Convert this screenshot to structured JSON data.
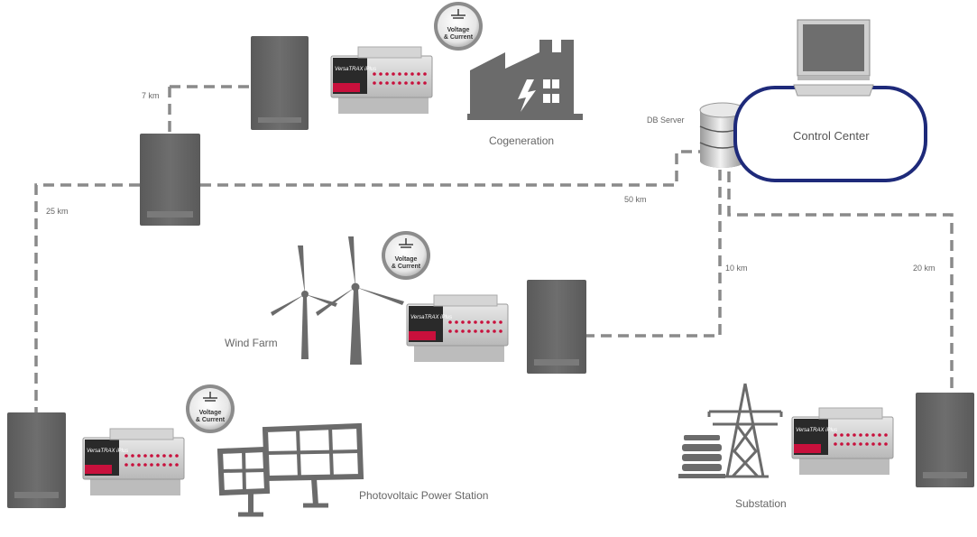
{
  "labels": {
    "cogeneration": "Cogeneration",
    "wind_farm": "Wind Farm",
    "photovoltaic": "Photovoltaic Power Station",
    "substation": "Substation",
    "db_server": "DB Server",
    "control_center": "Control Center"
  },
  "distances": {
    "d7": "7 km",
    "d25": "25 km",
    "d50": "50 km",
    "d10": "10 km",
    "d20": "20 km"
  },
  "badge": {
    "line1": "Voltage",
    "line2": "& Current"
  },
  "device": {
    "brand": "VersaTRAX iPlus"
  },
  "colors": {
    "link": "#8a8a8a",
    "cabinet": "#666666",
    "icon": "#6b6b6b",
    "control_center_border": "#1e2a7a",
    "device_accent": "#c8103c"
  }
}
